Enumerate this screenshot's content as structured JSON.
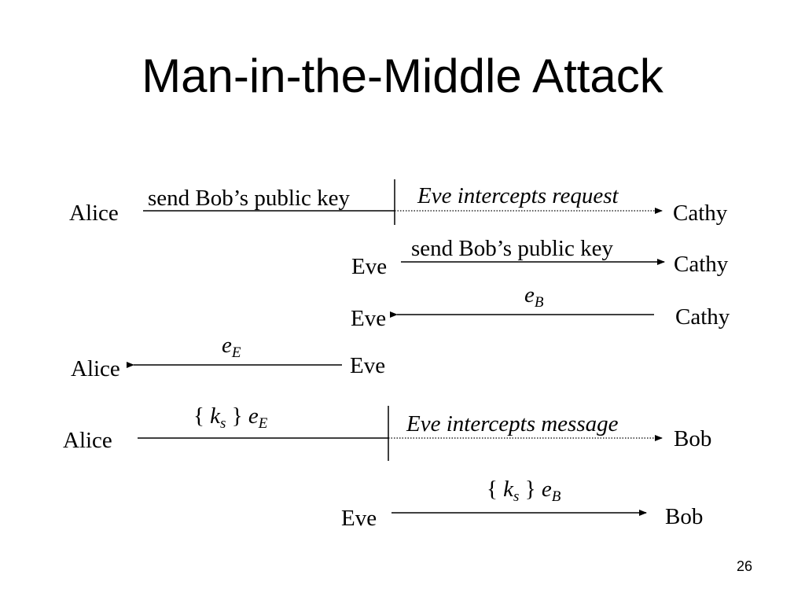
{
  "slide": {
    "title": "Man-in-the-Middle Attack",
    "page_number": "26"
  },
  "rows": {
    "r1": {
      "left": "Alice",
      "label": "send Bob’s public key",
      "intercept": "Eve intercepts request",
      "right": "Cathy"
    },
    "r2": {
      "left": "Eve",
      "label": "send Bob’s public key",
      "right": "Cathy"
    },
    "r3": {
      "left": "Eve",
      "label_base": "e",
      "label_sub": "B",
      "right": "Cathy"
    },
    "r4": {
      "left": "Alice",
      "label_base": "e",
      "label_sub": "E",
      "right": "Eve"
    },
    "r5": {
      "left": "Alice",
      "label_open": "{",
      "label_k": "k",
      "label_k_sub": "s",
      "label_close": "}",
      "label_e": "e",
      "label_e_sub": "E",
      "intercept": "Eve intercepts message",
      "right": "Bob"
    },
    "r6": {
      "left": "Eve",
      "label_open": "{",
      "label_k": "k",
      "label_k_sub": "s",
      "label_close": "}",
      "label_e": "e",
      "label_e_sub": "B",
      "right": "Bob"
    }
  }
}
